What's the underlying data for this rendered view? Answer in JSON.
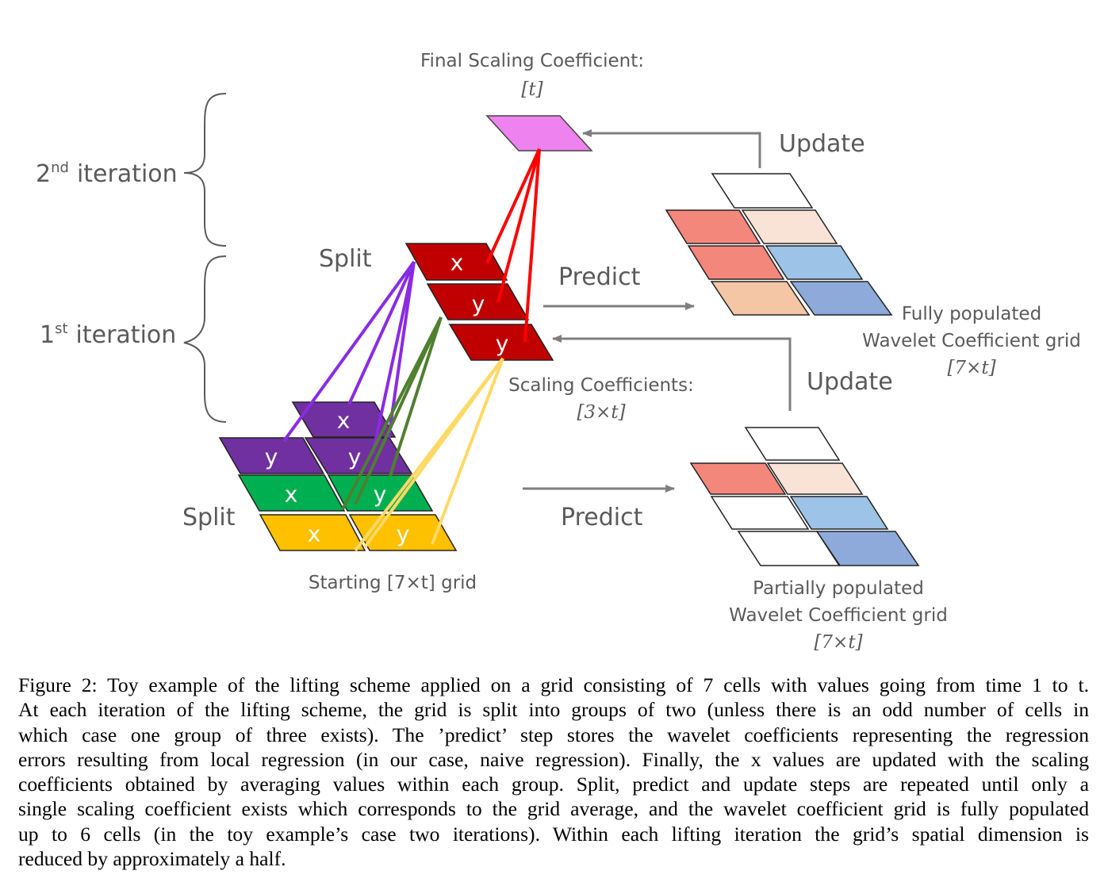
{
  "labels": {
    "final_scaling_title": "Final Scaling Coefficient:",
    "final_scaling_dim": "[t]",
    "iter2_label": "2",
    "iter2_sup": "nd",
    "iter2_word": "iteration",
    "iter1_label": "1",
    "iter1_sup": "st",
    "iter1_word": "iteration",
    "split_top": "Split",
    "split_bottom": "Split",
    "predict_top": "Predict",
    "predict_bottom": "Predict",
    "update_top": "Update",
    "update_bottom": "Update",
    "scaling_title": "Scaling Coefficients:",
    "scaling_dim": "[3×t]",
    "starting_grid": "Starting [7×t] grid",
    "full_grid_l1": "Fully populated",
    "full_grid_l2": "Wavelet Coefficient grid",
    "full_grid_dim": "[7×t]",
    "partial_grid_l1": "Partially populated",
    "partial_grid_l2": "Wavelet Coefficient grid",
    "partial_grid_dim": "[7×t]"
  },
  "cells": {
    "start_purple_x": "x",
    "start_purple_y1": "y",
    "start_purple_y2": "y",
    "start_green_x": "x",
    "start_green_y": "y",
    "start_yellow_x": "x",
    "start_yellow_y": "y",
    "mid_x": "x",
    "mid_y1": "y",
    "mid_y2": "y"
  },
  "colors": {
    "purple": "#7030a0",
    "green": "#00b050",
    "yellow": "#ffc000",
    "dark_red": "#c00000",
    "magenta": "#ee82ee",
    "line_purple": "#8a2be2",
    "line_green": "#4f7f2f",
    "line_yellow": "#ffd966",
    "line_red": "#ff0000",
    "salmon": "#f4877b",
    "peach": "#f5c6a5",
    "pale_peach": "#f8e3d6",
    "light_blue": "#9dc3e6",
    "mid_blue": "#8eaadb"
  },
  "caption": [
    "Figure 2: Toy example of the lifting scheme applied on a grid consisting of 7 cells with values going from time 1 to t.",
    "At each iteration of the lifting scheme, the grid is split into groups of two (unless there is an odd number of cells in",
    "which case one group of three exists). The ’predict’ step stores the wavelet coefficients representing the regression",
    "errors resulting from local regression (in our case, naive regression). Finally, the x values are updated with the scaling",
    "coefficients obtained by averaging values within each group. Split, predict and update steps are repeated until only a",
    "single scaling coefficient exists which corresponds to the grid average, and the wavelet coefficient grid is fully populated",
    "up to 6 cells (in the toy example’s case two iterations). Within each lifting iteration the grid’s spatial dimension is",
    "reduced by approximately a half."
  ]
}
